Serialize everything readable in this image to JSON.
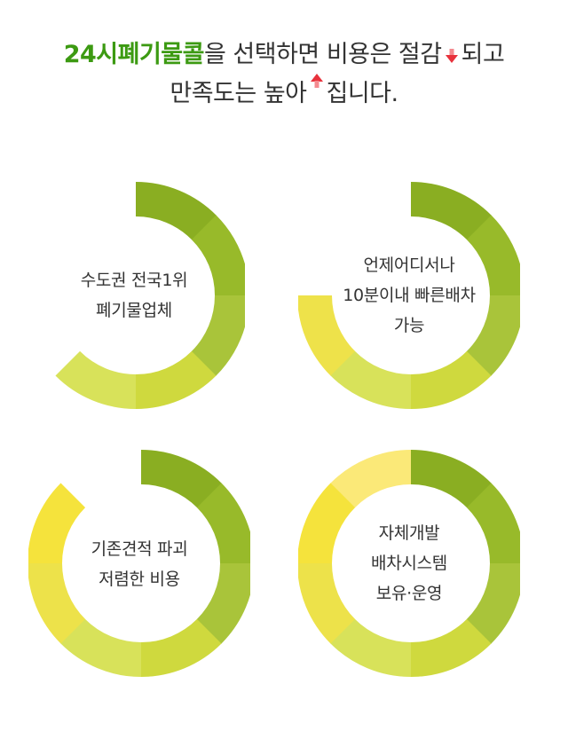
{
  "headline": {
    "brand": "24시폐기물콜",
    "line1_rest": "을 선택하면 비용은 절감",
    "line1_end": "되고",
    "line2_start": "만족도는 높아",
    "line2_end": "집니다."
  },
  "colors": {
    "brand": "#3c9a12",
    "arrow_down": "#e8323c",
    "arrow_up": "#e8323c"
  },
  "icons": {
    "down": "arrow-down-icon",
    "up": "arrow-up-icon"
  },
  "donuts": [
    {
      "lines": [
        "수도권 전국1위",
        "폐기물업체"
      ],
      "fill": 0.625,
      "segment_colors": [
        "#8aae22",
        "#98ba2a",
        "#a9c43a",
        "#cfd93e",
        "#d8e25a"
      ]
    },
    {
      "lines": [
        "언제어디서나",
        "10분이내 빠른배차",
        "가능"
      ],
      "fill": 0.75,
      "segment_colors": [
        "#8aae22",
        "#98ba2a",
        "#a9c43a",
        "#cfd93e",
        "#d8e25a",
        "#eee24a"
      ]
    },
    {
      "lines": [
        "기존견적 파괴",
        "저렴한 비용"
      ],
      "fill": 0.875,
      "segment_colors": [
        "#8aae22",
        "#98ba2a",
        "#a9c43a",
        "#cfd93e",
        "#d8e25a",
        "#ede24a",
        "#f5e33c"
      ]
    },
    {
      "lines": [
        "자체개발",
        "배차시스템",
        "보유·운영"
      ],
      "fill": 1.0,
      "segment_colors": [
        "#8aae22",
        "#98ba2a",
        "#a9c43a",
        "#cfd93e",
        "#d8e25a",
        "#ede24a",
        "#f5e33c",
        "#fbe978"
      ]
    }
  ]
}
